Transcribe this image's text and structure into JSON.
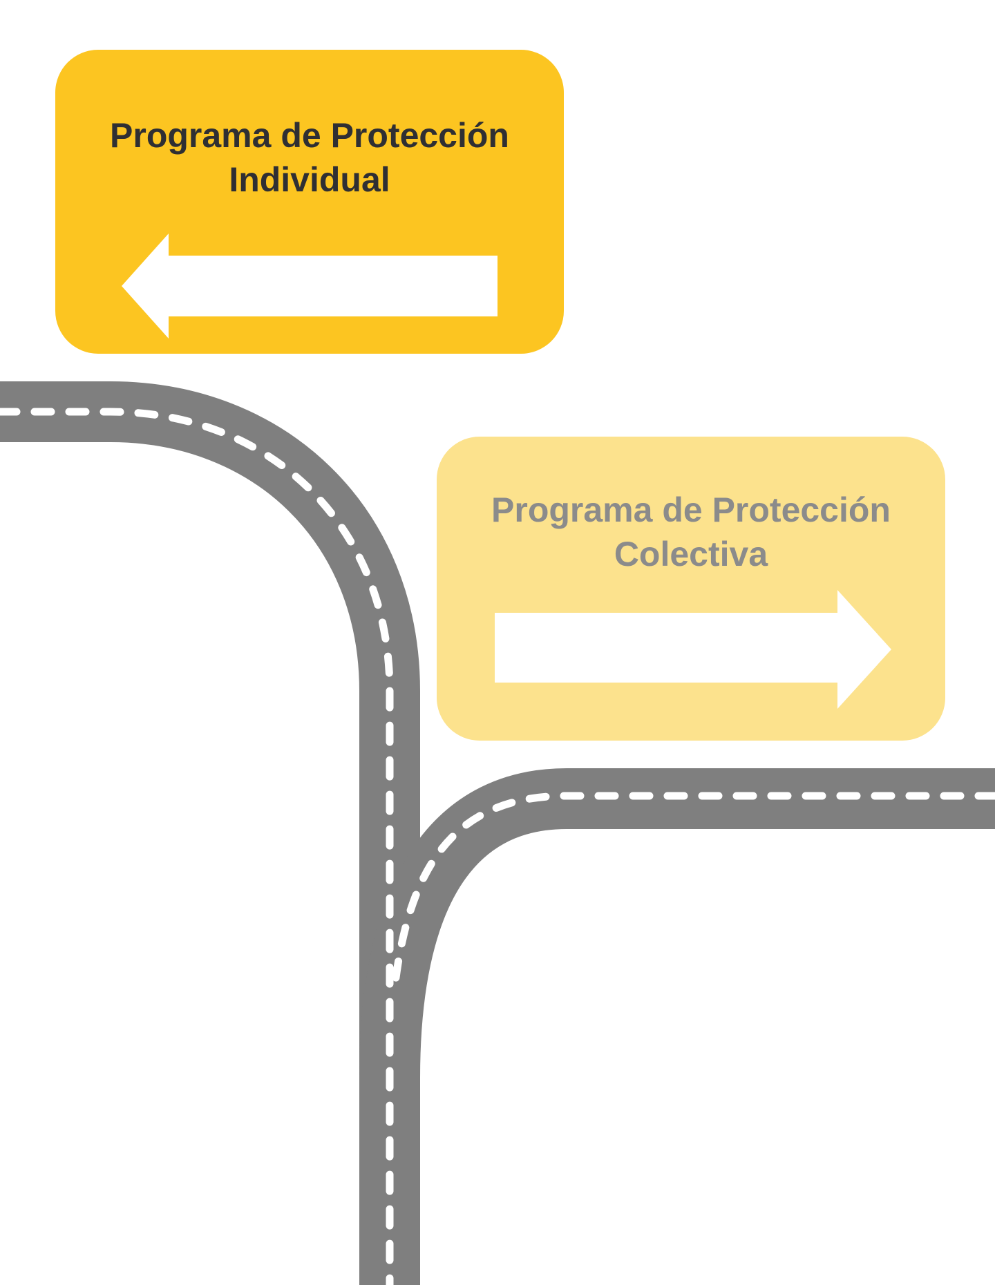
{
  "signs": {
    "individual": {
      "title_line1": "Programa de Protección",
      "title_line2": "Individual",
      "arrow_direction": "left",
      "background": "#fcc521",
      "text_color": "#2f2f33"
    },
    "colectiva": {
      "title_line1": "Programa de Protección",
      "title_line2": "Colectiva",
      "arrow_direction": "right",
      "background": "#fce28d",
      "text_color": "#8b8b8b"
    }
  },
  "colors": {
    "road": "#7f7f7f",
    "road_marking": "#ffffff",
    "arrow": "#ffffff",
    "background": "#ffffff"
  }
}
